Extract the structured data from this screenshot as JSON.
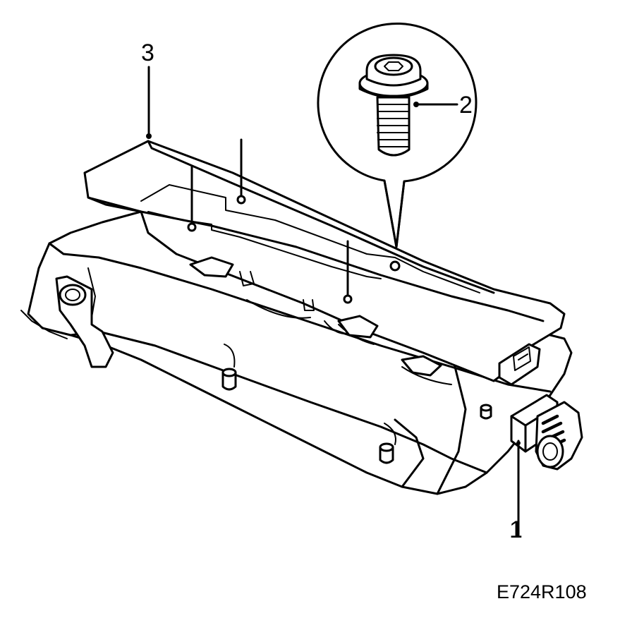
{
  "callouts": [
    {
      "id": "1",
      "label": "1"
    },
    {
      "id": "2",
      "label": "2"
    },
    {
      "id": "3",
      "label": "3"
    }
  ],
  "figure_code": "E724R108",
  "colors": {
    "line": "#000000",
    "background": "#ffffff"
  }
}
